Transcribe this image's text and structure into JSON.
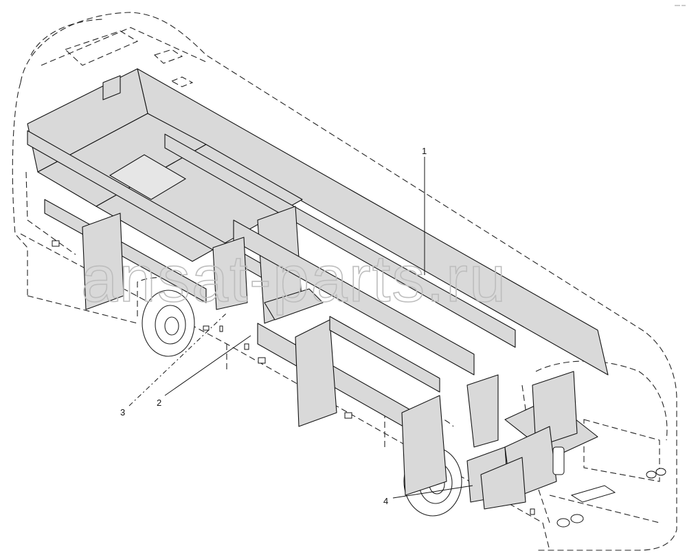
{
  "watermark": "ansat-parts.ru",
  "callouts": [
    {
      "id": "1",
      "label": "1"
    },
    {
      "id": "2",
      "label": "2"
    },
    {
      "id": "3",
      "label": "3"
    },
    {
      "id": "4",
      "label": "4"
    }
  ],
  "colors": {
    "panel_fill": "#d9d9d9",
    "outline": "#111111",
    "watermark": "#bdbdbd"
  }
}
